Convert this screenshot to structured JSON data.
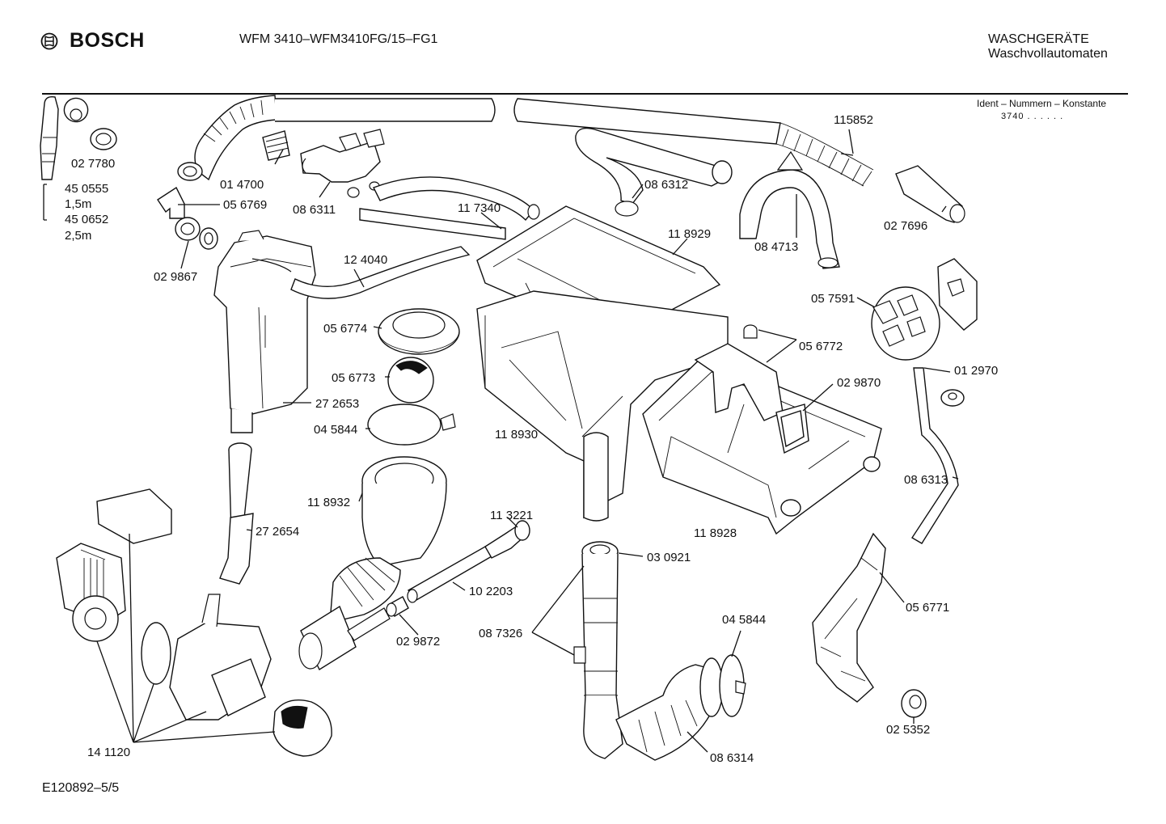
{
  "header": {
    "brand": "BOSCH",
    "model": "WFM 3410–WFM3410FG/15–FG1",
    "category_line1": "WASCHGERÄTE",
    "category_line2": "Waschvollautomaten"
  },
  "ident": {
    "title": "Ident – Nummern – Konstante",
    "value": "3740 . . . . . ."
  },
  "footer": {
    "code": "E120892–5/5"
  },
  "parts": [
    "02 7780",
    "45 0555",
    "1,5m",
    "45 0652",
    "2,5m",
    "01 4700",
    "05 6769",
    "08 6311",
    "02 9867",
    "11 7340",
    "12 4040",
    "08 6312",
    "115852",
    "08 4713",
    "02 7696",
    "11 8929",
    "05 6774",
    "05 7591",
    "05 6773",
    "05 6772",
    "27 2653",
    "02 9870",
    "01 2970",
    "04 5844",
    "11 8930",
    "08 6313",
    "11 8932",
    "27 2654",
    "11 3221",
    "03 0921",
    "11 8928",
    "10 2203",
    "02 9872",
    "08 7326",
    "04 5844",
    "05 6771",
    "14 1120",
    "08 6314",
    "02 5352"
  ]
}
